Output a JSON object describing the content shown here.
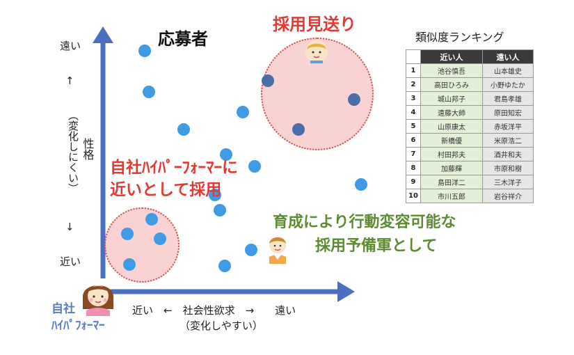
{
  "title": "応募者",
  "rejected_label": "採用見送り",
  "hire_label": {
    "line1": "自社ﾊｲﾊﾟｰﾌｫｰﾏｰに",
    "line2": "近いとして採用"
  },
  "reserve_label": {
    "line1": "育成により行動変容可能な",
    "line2": "採用予備軍として"
  },
  "origin_label": {
    "line1": "自社",
    "line2": "ﾊｲﾊﾟﾌｫｰﾏｰ"
  },
  "y_axis": {
    "top": "遠い",
    "up_arrow": "↑",
    "sub": "（変化しにくい）",
    "name": "性格",
    "down_arrow": "↓",
    "bottom": "近い"
  },
  "x_axis": {
    "line1": "近い　←　社会性欲求　→　　遠い",
    "line2": "（変化しやすい）"
  },
  "ranking": {
    "title": "類似度ランキング",
    "headers": [
      "",
      "近い人",
      "遠い人"
    ],
    "rows": [
      {
        "rank": "1",
        "near": "池谷慎吾",
        "far": "山本雄史"
      },
      {
        "rank": "2",
        "near": "高田ひろみ",
        "far": "小野ゆたか"
      },
      {
        "rank": "3",
        "near": "城山邦子",
        "far": "君島孝雄"
      },
      {
        "rank": "4",
        "near": "遠藤大師",
        "far": "原田知宏"
      },
      {
        "rank": "5",
        "near": "山原康太",
        "far": "赤坂洋平"
      },
      {
        "rank": "6",
        "near": "新橋優",
        "far": "米原浩二"
      },
      {
        "rank": "7",
        "near": "村田邦夫",
        "far": "酒井和夫"
      },
      {
        "rank": "8",
        "near": "加藤輝",
        "far": "市原和樹"
      },
      {
        "rank": "9",
        "near": "島田洋二",
        "far": "三木洋子"
      },
      {
        "rank": "10",
        "near": "市川五郎",
        "far": "岩谷祥介"
      }
    ]
  },
  "colors": {
    "axis": "#4a6fc0",
    "dot": "#3f9be6",
    "dot_dark": "#4a6ea8",
    "red": "#e23a32",
    "green": "#5e8a32"
  }
}
